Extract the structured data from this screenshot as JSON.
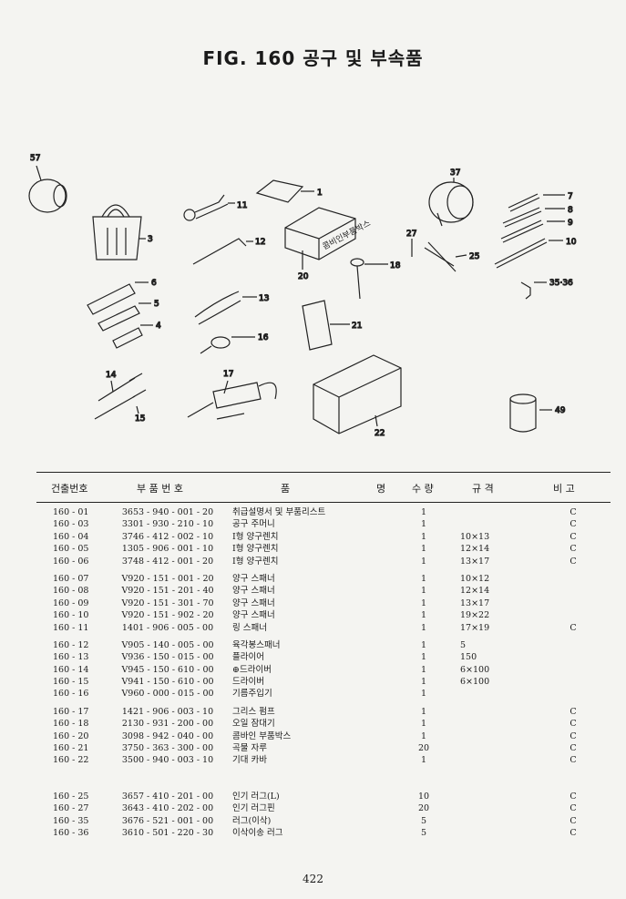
{
  "title": "FIG. 160 공구 및 부속품",
  "callouts": {
    "c57": "57",
    "c1": "1",
    "c11": "11",
    "c3": "3",
    "c12": "12",
    "c20": "20",
    "c37": "37",
    "c7": "7",
    "c8": "8",
    "c9": "9",
    "c10": "10",
    "c27": "27",
    "c25": "25",
    "c18": "18",
    "c3536": "35·36",
    "c6": "6",
    "c5": "5",
    "c4": "4",
    "c13": "13",
    "c16": "16",
    "c21": "21",
    "c14": "14",
    "c15": "15",
    "c17": "17",
    "c22": "22",
    "c49": "49"
  },
  "box_label": "콤비인부품박스",
  "header": {
    "fig_no": "건출번호",
    "part_no": "부 품 번 호",
    "name_a": "품",
    "name_b": "명",
    "qty": "수 량",
    "spec": "규 격",
    "note": "비 고"
  },
  "groups": [
    {
      "rows": [
        {
          "no": "160 - 01",
          "part": "3653 - 940 - 001 - 20",
          "name": "취급설명서 및 부품리스트",
          "qty": "1",
          "spec": "",
          "note": "C"
        },
        {
          "no": "160 - 03",
          "part": "3301 - 930 - 210 - 10",
          "name": "공구 주머니",
          "qty": "1",
          "spec": "",
          "note": "C"
        },
        {
          "no": "160 - 04",
          "part": "3746 - 412 - 002 - 10",
          "name": "I형 양구렌치",
          "qty": "1",
          "spec": "10×13",
          "note": "C"
        },
        {
          "no": "160 - 05",
          "part": "1305 - 906 - 001 - 10",
          "name": "I형 양구렌치",
          "qty": "1",
          "spec": "12×14",
          "note": "C"
        },
        {
          "no": "160 - 06",
          "part": "3748 - 412 - 001 - 20",
          "name": "I형 양구렌치",
          "qty": "1",
          "spec": "13×17",
          "note": "C"
        }
      ]
    },
    {
      "rows": [
        {
          "no": "160 - 07",
          "part": "V920 - 151 - 001 - 20",
          "name": "양구 스패너",
          "qty": "1",
          "spec": "10×12",
          "note": ""
        },
        {
          "no": "160 - 08",
          "part": "V920 - 151 - 201 - 40",
          "name": "양구 스패너",
          "qty": "1",
          "spec": "12×14",
          "note": ""
        },
        {
          "no": "160 - 09",
          "part": "V920 - 151 - 301 - 70",
          "name": "양구 스패너",
          "qty": "1",
          "spec": "13×17",
          "note": ""
        },
        {
          "no": "160 - 10",
          "part": "V920 - 151 - 902 - 20",
          "name": "양구 스패너",
          "qty": "1",
          "spec": "19×22",
          "note": ""
        },
        {
          "no": "160 - 11",
          "part": "1401 - 906 - 005 - 00",
          "name": "링 스패너",
          "qty": "1",
          "spec": "17×19",
          "note": "C"
        }
      ]
    },
    {
      "rows": [
        {
          "no": "160 - 12",
          "part": "V905 - 140 - 005 - 00",
          "name": "육각봉스패너",
          "qty": "1",
          "spec": "5",
          "note": ""
        },
        {
          "no": "160 - 13",
          "part": "V936 - 150 - 015 - 00",
          "name": "플라이어",
          "qty": "1",
          "spec": "150",
          "note": ""
        },
        {
          "no": "160 - 14",
          "part": "V945 - 150 - 610 - 00",
          "name": "⊕드라이버",
          "qty": "1",
          "spec": "6×100",
          "note": ""
        },
        {
          "no": "160 - 15",
          "part": "V941 - 150 - 610 - 00",
          "name": "드라이버",
          "qty": "1",
          "spec": "6×100",
          "note": ""
        },
        {
          "no": "160 - 16",
          "part": "V960 - 000 - 015 - 00",
          "name": "기름주입기",
          "qty": "1",
          "spec": "",
          "note": ""
        }
      ]
    },
    {
      "rows": [
        {
          "no": "160 - 17",
          "part": "1421 - 906 - 003 - 10",
          "name": "그리스 펌프",
          "qty": "1",
          "spec": "",
          "note": "C"
        },
        {
          "no": "160 - 18",
          "part": "2130 - 931 - 200 - 00",
          "name": "오일 잠대기",
          "qty": "1",
          "spec": "",
          "note": "C"
        },
        {
          "no": "160 - 20",
          "part": "3098 - 942 - 040 - 00",
          "name": "콤바인 부품박스",
          "qty": "1",
          "spec": "",
          "note": "C"
        },
        {
          "no": "160 - 21",
          "part": "3750 - 363 - 300 - 00",
          "name": "곡물 자루",
          "qty": "20",
          "spec": "",
          "note": "C"
        },
        {
          "no": "160 - 22",
          "part": "3500 - 940 - 003 - 10",
          "name": "기대 카바",
          "qty": "1",
          "spec": "",
          "note": "C"
        }
      ]
    },
    {
      "rows": [
        {
          "no": "160 - 25",
          "part": "3657 - 410 - 201 - 00",
          "name": "인기 러그(L)",
          "qty": "10",
          "spec": "",
          "note": "C"
        },
        {
          "no": "160 - 27",
          "part": "3643 - 410 - 202 - 00",
          "name": "인기 러그핀",
          "qty": "20",
          "spec": "",
          "note": "C"
        },
        {
          "no": "160 - 35",
          "part": "3676 - 521 - 001 - 00",
          "name": "러그(이삭)",
          "qty": "5",
          "spec": "",
          "note": "C"
        },
        {
          "no": "160 - 36",
          "part": "3610 - 501 - 220 - 30",
          "name": "이삭이송 러그",
          "qty": "5",
          "spec": "",
          "note": "C"
        }
      ]
    }
  ],
  "page_number": "422"
}
